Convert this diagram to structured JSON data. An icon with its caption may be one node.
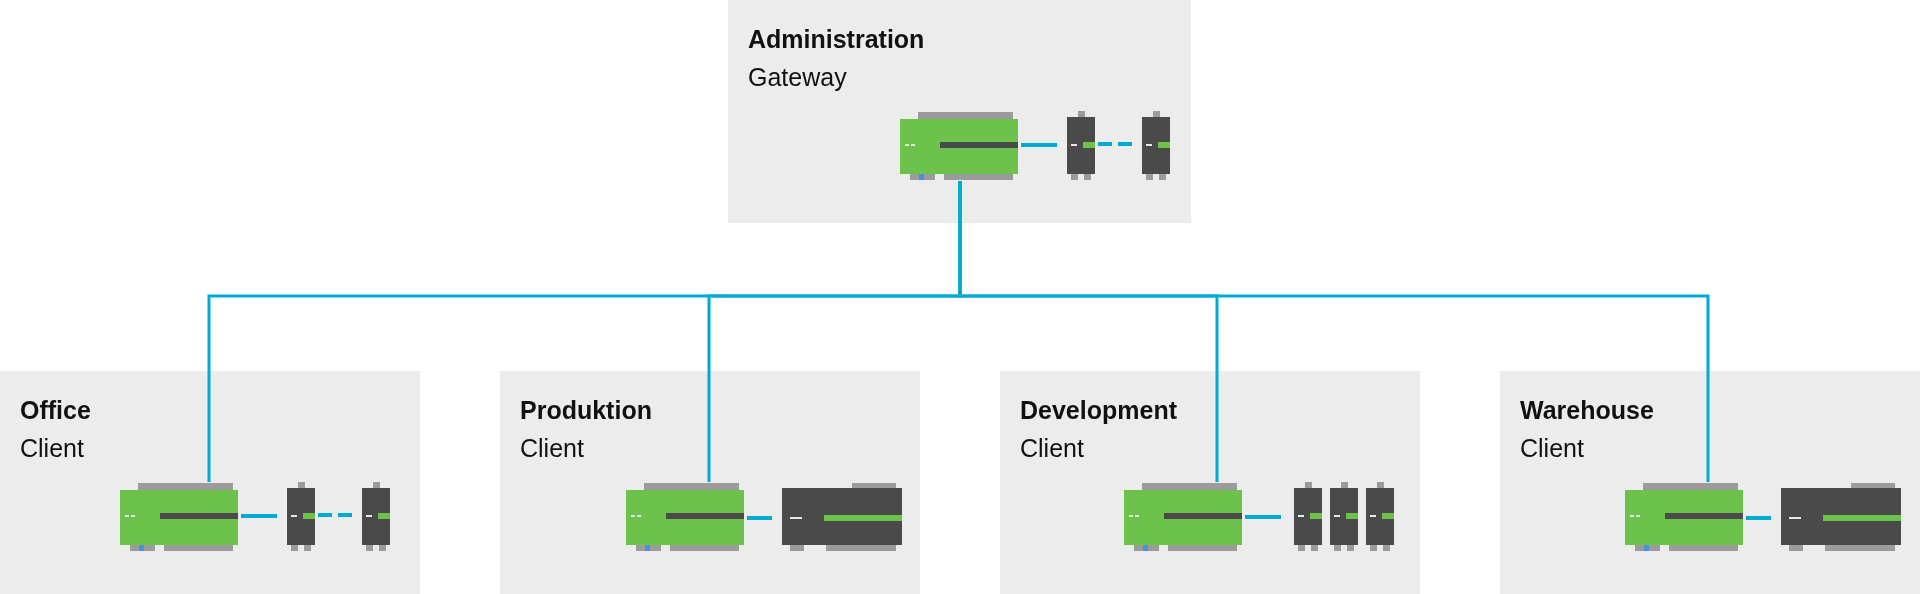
{
  "diagram": {
    "nodes": [
      {
        "text": [
          "Administration",
          "Gateway"
        ]
      },
      {
        "text": [],
        "shape": "picture",
        "in": 0
      },
      {
        "text": [
          "Office",
          "Client"
        ]
      },
      {
        "text": [],
        "shape": "picture",
        "in": 2
      },
      {
        "text": [
          "Produktion",
          "Client"
        ]
      },
      {
        "text": [],
        "shape": "picture",
        "in": 4
      },
      {
        "text": [
          "Development",
          "Client"
        ]
      },
      {
        "text": [],
        "shape": "picture",
        "in": 6
      },
      {
        "text": [
          "Warehouse",
          "Client"
        ]
      },
      {
        "text": [],
        "shape": "picture",
        "in": 8
      }
    ],
    "edges": [
      {
        "from": 1,
        "to": 3,
        "arrow": "none"
      },
      {
        "from": 1,
        "to": 5,
        "arrow": "none"
      },
      {
        "from": 1,
        "to": 7,
        "arrow": "none"
      },
      {
        "from": 1,
        "to": 9,
        "arrow": "none"
      }
    ]
  }
}
